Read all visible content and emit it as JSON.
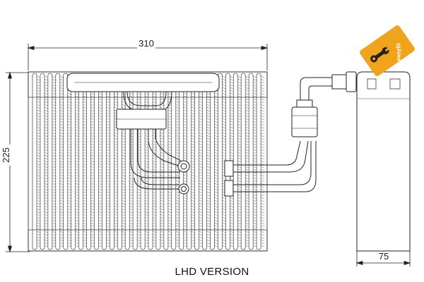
{
  "dimensions": {
    "width": "310",
    "height": "225",
    "depth": "75"
  },
  "caption": "LHD VERSION",
  "logo": {
    "text": "easyfit",
    "icon": "wrench-icon",
    "color": "#f0a41c"
  },
  "colors": {
    "line": "#222222"
  }
}
